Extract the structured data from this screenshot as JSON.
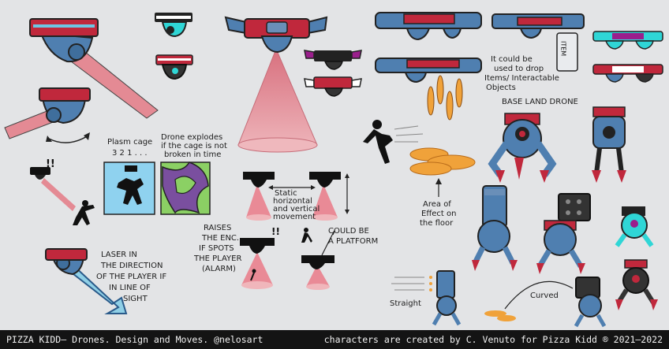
{
  "annotations": {
    "plasm_cage": "Plasm cage",
    "countdown": "3 2 1 . . .",
    "drone_explodes": [
      "Drone explodes",
      "if the cage is not",
      "broken in time"
    ],
    "static_movement": [
      "Static",
      "horizontal",
      "and vertical",
      "movement"
    ],
    "raises_alarm": [
      "RAISES",
      "THE ENC.",
      "IF SPOTS",
      "THE PLAYER",
      "(ALARM)"
    ],
    "could_be_platform": [
      "COULD BE",
      "A PLATFORM"
    ],
    "laser_direction": [
      "LASER IN",
      "THE DIRECTION",
      "OF THE PLAYER IF",
      "IN LINE OF",
      "SIGHT"
    ],
    "drop_items": [
      "It could be",
      "used to drop",
      "Items/ Interactable",
      "Objects"
    ],
    "item_label": "ITEM",
    "area_of_effect": [
      "Area of",
      "Effect on",
      "the floor"
    ],
    "base_land_drone": "BASE LAND DRONE",
    "straight": "Straight",
    "curved": "Curved",
    "alert_marks": "!!"
  },
  "footer": {
    "left": "PIZZA KIDD— Drones. Design and Moves. @nelosart",
    "right": "characters are created by C. Venuto for Pizza Kidd ® 2021—2022"
  },
  "colors": {
    "background": "#e3e4e6",
    "drone_blue": "#4f7fb0",
    "drone_red": "#c0283c",
    "laser_pink": "#e98a92",
    "cone_pink": "#e9a0a8",
    "orange_effect": "#f0a23a",
    "cyan_variant": "#2fd6d6",
    "magenta_variant": "#9a1f8c",
    "cage_blue": "#8fd2ef",
    "cage_green": "#8bd064",
    "cage_purple": "#7a4f9f",
    "footer_bg": "#141414"
  }
}
